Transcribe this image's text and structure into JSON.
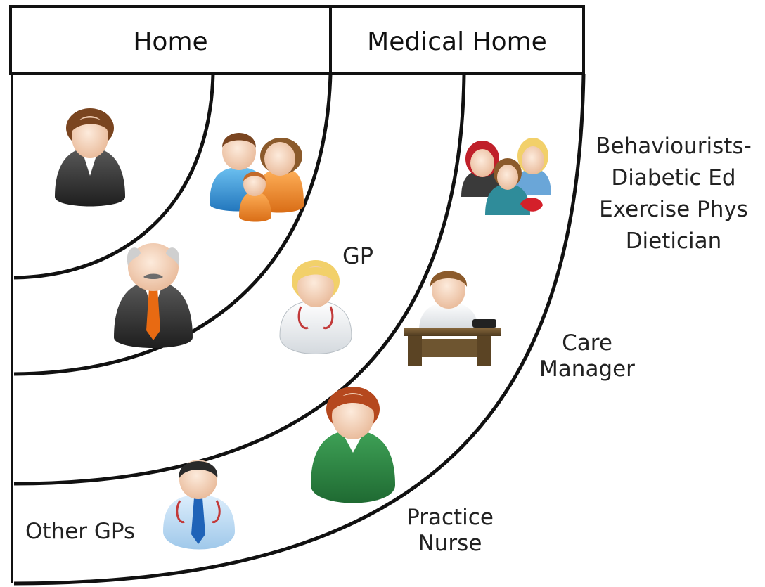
{
  "header": {
    "home_label": "Home",
    "medical_home_label": "Medical Home"
  },
  "labels": {
    "gp": "GP",
    "other_gps": "Other GPs",
    "care_manager": [
      "Care",
      "Manager"
    ],
    "practice_nurse": [
      "Practice",
      "Nurse"
    ],
    "allied_health": [
      "Behaviourists-",
      "Diabetic Ed",
      "Exercise Phys",
      "Dietician"
    ]
  },
  "icons": {
    "patient": "patient-woman-icon",
    "family": "family-group-icon",
    "elder": "elderly-man-icon",
    "gp": "female-doctor-icon",
    "care_manager": "care-manager-desk-icon",
    "allied_team": "allied-health-team-icon",
    "nurse": "practice-nurse-icon",
    "other_gp": "male-doctor-icon"
  },
  "colors": {
    "line": "#111111",
    "skin": "#f6d3b8",
    "nurse_green": "#2f8a44",
    "family_blue": "#3a9ad9",
    "family_orange": "#f08a2b"
  }
}
